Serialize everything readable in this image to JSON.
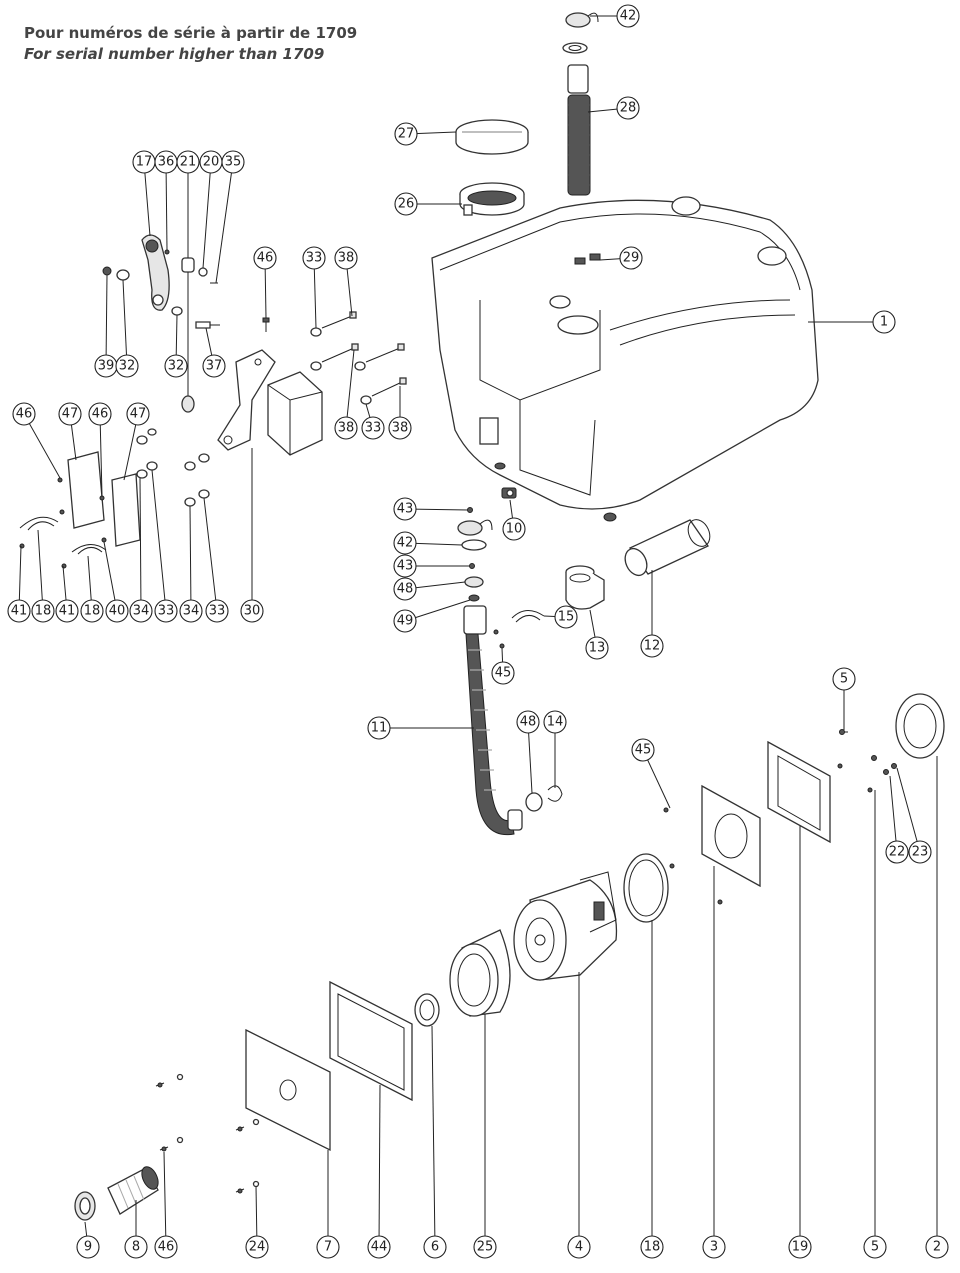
{
  "header": {
    "line_fr": "Pour numéros de série à partir de 1709",
    "line_en": "For serial number higher than 1709"
  },
  "callouts": [
    {
      "label": "42"
    },
    {
      "label": "28"
    },
    {
      "label": "27"
    },
    {
      "label": "26"
    },
    {
      "label": "29"
    },
    {
      "label": "1"
    },
    {
      "label": "17"
    },
    {
      "label": "36"
    },
    {
      "label": "21"
    },
    {
      "label": "20"
    },
    {
      "label": "35"
    },
    {
      "label": "39"
    },
    {
      "label": "32"
    },
    {
      "label": "32"
    },
    {
      "label": "37"
    },
    {
      "label": "46"
    },
    {
      "label": "33"
    },
    {
      "label": "38"
    },
    {
      "label": "38"
    },
    {
      "label": "33"
    },
    {
      "label": "38"
    },
    {
      "label": "46"
    },
    {
      "label": "47"
    },
    {
      "label": "46"
    },
    {
      "label": "47"
    },
    {
      "label": "41"
    },
    {
      "label": "18"
    },
    {
      "label": "41"
    },
    {
      "label": "18"
    },
    {
      "label": "40"
    },
    {
      "label": "34"
    },
    {
      "label": "33"
    },
    {
      "label": "34"
    },
    {
      "label": "33"
    },
    {
      "label": "30"
    },
    {
      "label": "43"
    },
    {
      "label": "42"
    },
    {
      "label": "43"
    },
    {
      "label": "48"
    },
    {
      "label": "49"
    },
    {
      "label": "10"
    },
    {
      "label": "15"
    },
    {
      "label": "13"
    },
    {
      "label": "12"
    },
    {
      "label": "45"
    },
    {
      "label": "11"
    },
    {
      "label": "48"
    },
    {
      "label": "14"
    },
    {
      "label": "45"
    },
    {
      "label": "5"
    },
    {
      "label": "22"
    },
    {
      "label": "23"
    },
    {
      "label": "9"
    },
    {
      "label": "8"
    },
    {
      "label": "46"
    },
    {
      "label": "24"
    },
    {
      "label": "7"
    },
    {
      "label": "44"
    },
    {
      "label": "6"
    },
    {
      "label": "25"
    },
    {
      "label": "4"
    },
    {
      "label": "18"
    },
    {
      "label": "3"
    },
    {
      "label": "19"
    },
    {
      "label": "5"
    },
    {
      "label": "2"
    }
  ]
}
